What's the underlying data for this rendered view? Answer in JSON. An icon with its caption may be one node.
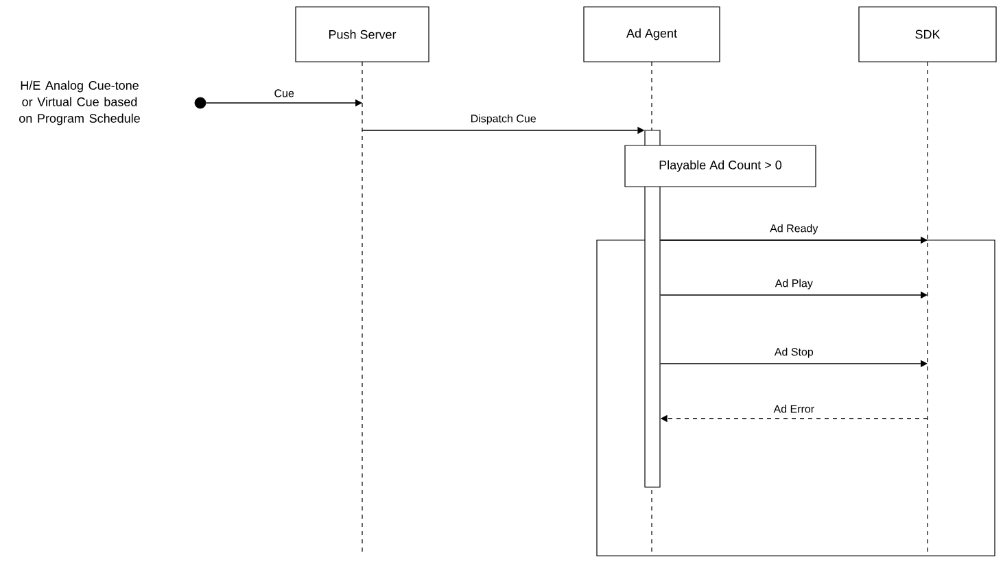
{
  "diagram": {
    "nodes": [
      {
        "text": [],
        "shape": "circle"
      },
      {
        "text": [
          "Push Server"
        ]
      },
      {
        "text": [
          "Ad Agent"
        ]
      },
      {
        "text": [
          "SDK"
        ]
      },
      {
        "text": [],
        "shape": "bar",
        "in": 2
      },
      {
        "text": [
          "Playable Ad Count > 0"
        ]
      }
    ],
    "edges": [
      {
        "from": 0,
        "to": 1,
        "arrow": "to",
        "label": "Cue"
      },
      {
        "from": 1,
        "to": 4,
        "arrow": "to",
        "label": "Dispatch Cue"
      },
      {
        "from": 4,
        "to": 3,
        "arrow": "to",
        "label": "Ad Ready"
      },
      {
        "from": 4,
        "to": 3,
        "arrow": "to",
        "label": "Ad Play"
      },
      {
        "from": 4,
        "to": 3,
        "arrow": "to",
        "label": "Ad Stop"
      },
      {
        "from": 3,
        "to": 4,
        "arrow": "to",
        "label": "Ad Error",
        "style": "dashed"
      }
    ],
    "labels": [
      "H/E Analog Cue-tone or Virtual Cue based on Program Schedule"
    ]
  }
}
